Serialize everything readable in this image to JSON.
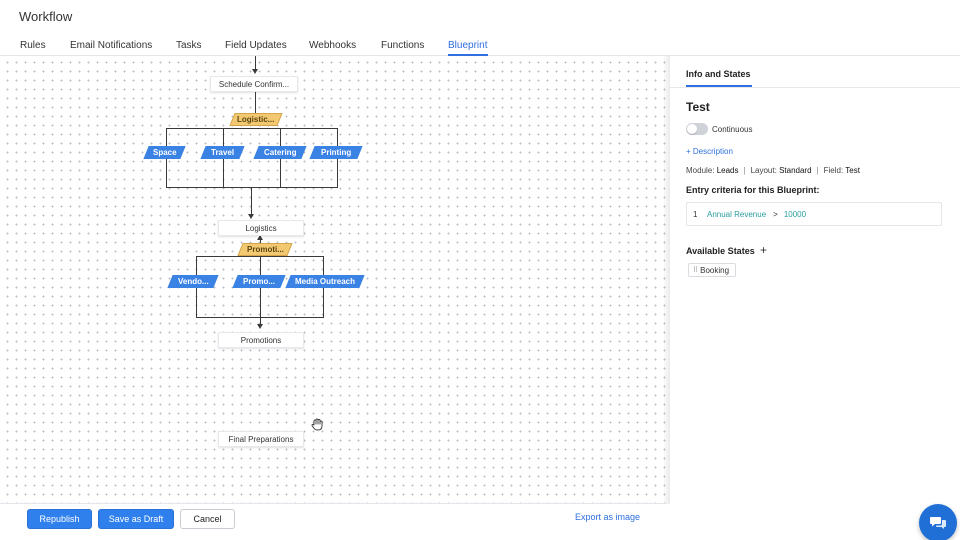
{
  "header": {
    "title": "Workflow",
    "tabs": [
      {
        "label": "Rules"
      },
      {
        "label": "Email Notifications"
      },
      {
        "label": "Tasks"
      },
      {
        "label": "Field Updates"
      },
      {
        "label": "Webhooks"
      },
      {
        "label": "Functions"
      },
      {
        "label": "Blueprint"
      }
    ]
  },
  "canvas": {
    "states": {
      "schedule": "Schedule Confirm...",
      "logistics": "Logistics",
      "promotions": "Promotions",
      "final": "Final Preparations"
    },
    "transitions": {
      "logistics": "Logistic...",
      "space": "Space",
      "travel": "Travel",
      "catering": "Catering",
      "printing": "Printing",
      "promotion": "Promoti...",
      "vendor": "Vendo...",
      "promo": "Promo...",
      "media": "Media Outreach"
    }
  },
  "panel": {
    "tab": "Info and States",
    "name": "Test",
    "toggle_label": "Continuous",
    "toggle_on": false,
    "description_link": "+ Description",
    "module_label": "Module:",
    "module_value": "Leads",
    "layout_label": "Layout:",
    "layout_value": "Standard",
    "field_label": "Field:",
    "field_value": "Test",
    "criteria_title": "Entry criteria for this Blueprint:",
    "criteria": {
      "index": "1",
      "field": "Annual Revenue",
      "operator": ">",
      "value": "10000"
    },
    "states_title": "Available States",
    "add_symbol": "+",
    "available_states": [
      "Booking"
    ]
  },
  "footer": {
    "republish": "Republish",
    "save_draft": "Save as Draft",
    "cancel": "Cancel",
    "export": "Export as image"
  },
  "colors": {
    "accent": "#2f6fdf",
    "transition_blue": "#3b82e5",
    "transition_gold": "#f2c971",
    "criteria_link": "#2a9d9d"
  },
  "icons": {
    "cursor": "hand-cursor-icon",
    "chat": "chat-bubble-icon",
    "grip": "drag-grip-icon",
    "add": "plus-icon"
  }
}
